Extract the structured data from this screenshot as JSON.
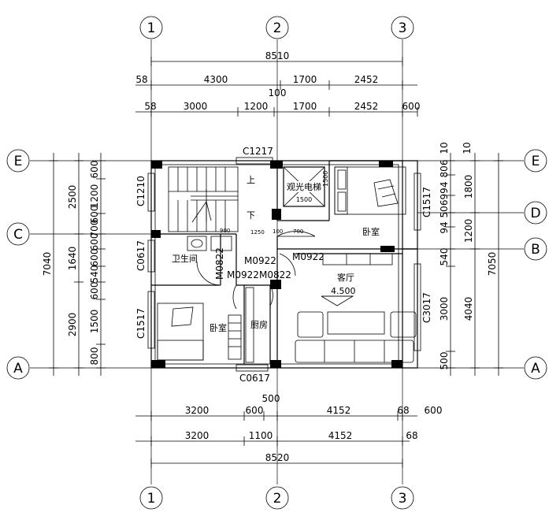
{
  "axes": {
    "top": [
      "1",
      "2",
      "3"
    ],
    "bottom": [
      "1",
      "2",
      "3"
    ],
    "left": [
      "E",
      "C",
      "A"
    ],
    "right": [
      "E",
      "D",
      "B",
      "A"
    ]
  },
  "dims": {
    "top_total": "8510",
    "top_row1": [
      "58",
      "4300",
      "1700",
      "2452"
    ],
    "top_row2": [
      "58",
      "3000",
      "1200",
      "1700",
      "2452",
      "600"
    ],
    "top_extra": "100",
    "bottom_row1": [
      "3200",
      "600",
      "500",
      "4152",
      "68",
      "600"
    ],
    "bottom_row2": [
      "3200",
      "1100",
      "4152",
      "68"
    ],
    "bottom_total": "8520",
    "left_total": "7040",
    "left_row1": [
      "2500",
      "1640",
      "2900"
    ],
    "left_row2": [
      "600",
      "1200",
      "600",
      "700",
      "600",
      "600",
      "540",
      "600",
      "1500",
      "800"
    ],
    "right_total": "7050",
    "right_row1": [
      "1800",
      "1200",
      "4040"
    ],
    "right_row2": [
      "10",
      "806",
      "994",
      "506",
      "94",
      "540",
      "3000",
      "500"
    ],
    "right_top": "10"
  },
  "rooms": {
    "up": "上",
    "down": "下",
    "elevator": "观光电梯",
    "elevator_size": "1500",
    "bedroom_ne": "卧室",
    "bathroom": "卫生间",
    "living": "客厅",
    "kitchen": "厨房",
    "bedroom_sw": "卧室",
    "elevation": "4.500"
  },
  "codes": {
    "c1217": "C1217",
    "c1210": "C1210",
    "c0617_w": "C0617",
    "c1517_w": "C1517",
    "c1517_e": "C1517",
    "c3017": "C3017",
    "c0617_s": "C0617",
    "m0922_a": "M0922",
    "m0922_b": "M0922",
    "m0922_c": "M0922",
    "m0822_a": "M0822",
    "m0822_b": "M0822",
    "d1250": "1250",
    "d900": "900",
    "d700": "700",
    "d100": "100",
    "d1500v": "1500"
  }
}
